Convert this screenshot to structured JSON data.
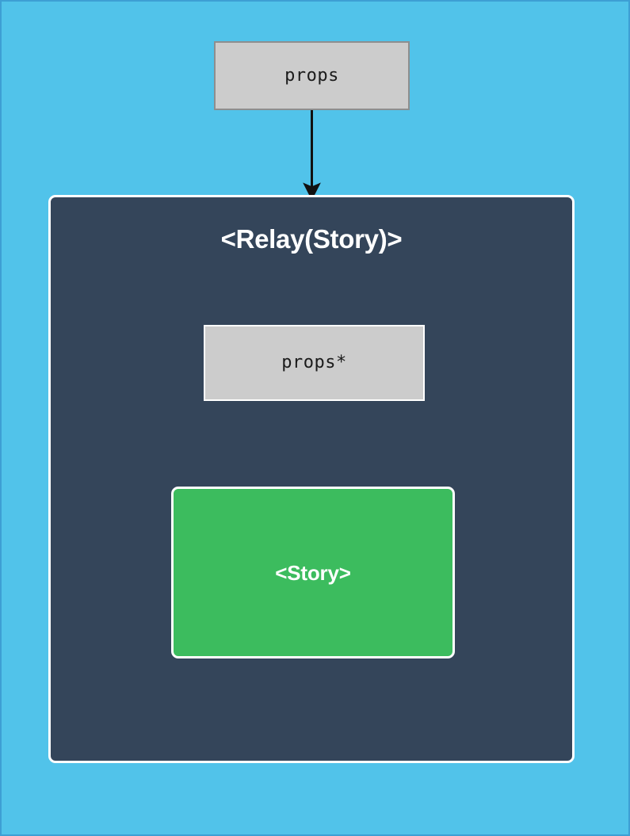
{
  "diagram": {
    "title": "Relay Story component data-flow diagram",
    "background_color": "#51c3ea",
    "border_color": "#3d9fd4"
  },
  "nodes": {
    "outer_props": {
      "label": "props",
      "fill": "#cccccc",
      "stroke": "#8e8e8e"
    },
    "relay_container": {
      "title": "<Relay(Story)>",
      "fill": "#34455a",
      "stroke": "#ffffff"
    },
    "inner_props": {
      "label": "props*",
      "fill": "#cccccc",
      "stroke": "#ffffff"
    },
    "story": {
      "label": "<Story>",
      "fill": "#3cbc5e",
      "stroke": "#ffffff"
    }
  },
  "edges": [
    {
      "name": "props-to-relay",
      "from": "outer_props",
      "to": "relay_container",
      "color": "#111111",
      "label": ""
    },
    {
      "name": "inner-props-to-story",
      "from": "inner_props",
      "to": "story",
      "color": "#e8ebef",
      "label": ""
    }
  ]
}
